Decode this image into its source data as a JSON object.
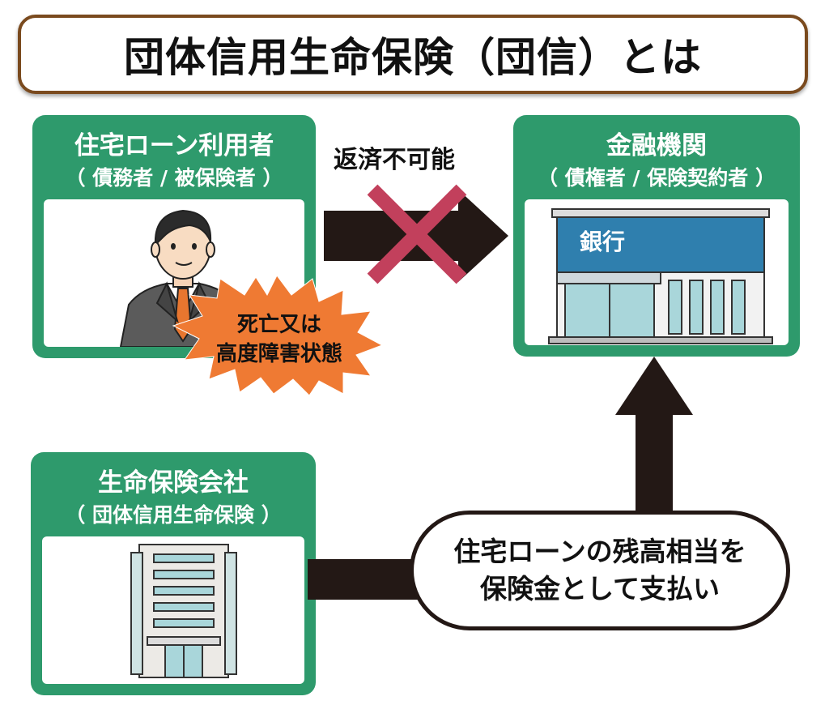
{
  "title": "団体信用生命保険（団信）とは",
  "borrower": {
    "name": "住宅ローン利用者",
    "role": "（ 債務者 / 被保険者 ）",
    "burst_line1": "死亡又は",
    "burst_line2": "高度障害状態"
  },
  "bank": {
    "name": "金融機関",
    "role": "（ 債権者 / 保険契約者 ）",
    "sign": "銀行"
  },
  "insurer": {
    "name": "生命保険会社",
    "role": "（ 団体信用生命保険 ）"
  },
  "arrow_label": "返済不可能",
  "payout_line1": "住宅ローンの残高相当を",
  "payout_line2": "保険金として支払い",
  "colors": {
    "card_green": "#2e9a6c",
    "title_border": "#7a4a1e",
    "cross": "#c2405c",
    "burst": "#ef7a33",
    "bank_blue": "#2f7fae",
    "arrow": "#231815"
  },
  "icons": [
    "businessman-illustration",
    "bank-building-illustration",
    "office-tower-illustration",
    "cross-mark-icon"
  ]
}
